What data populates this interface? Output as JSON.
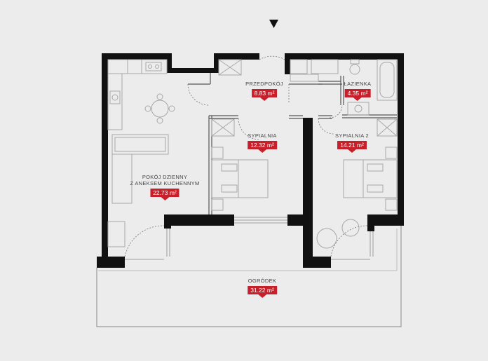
{
  "rooms": [
    {
      "id": "przedpokoj",
      "name": "PRZEDPOKÓJ",
      "area_value": "8.83",
      "area_unit": "m²"
    },
    {
      "id": "lazienka",
      "name": "ŁAZIENKA",
      "area_value": "4.35",
      "area_unit": "m²"
    },
    {
      "id": "sypialnia",
      "name": "SYPIALNIA",
      "area_value": "12.32",
      "area_unit": "m²"
    },
    {
      "id": "sypialnia2",
      "name": "SYPIALNIA 2",
      "area_value": "14.21",
      "area_unit": "m²"
    },
    {
      "id": "pokoj",
      "name_line1": "POKÓJ DZIENNY",
      "name_line2": "Z ANEKSEM KUCHENNYM",
      "area_value": "22.73",
      "area_unit": "m²"
    },
    {
      "id": "ogrodek",
      "name": "OGRÓDEK",
      "area_value": "31.22",
      "area_unit": "m²"
    }
  ],
  "colors": {
    "wall": "#111111",
    "furniture": "#a8a8a8",
    "badge": "#c8202a",
    "background": "#ececec"
  },
  "icons": [
    "entrance-arrow-icon"
  ]
}
